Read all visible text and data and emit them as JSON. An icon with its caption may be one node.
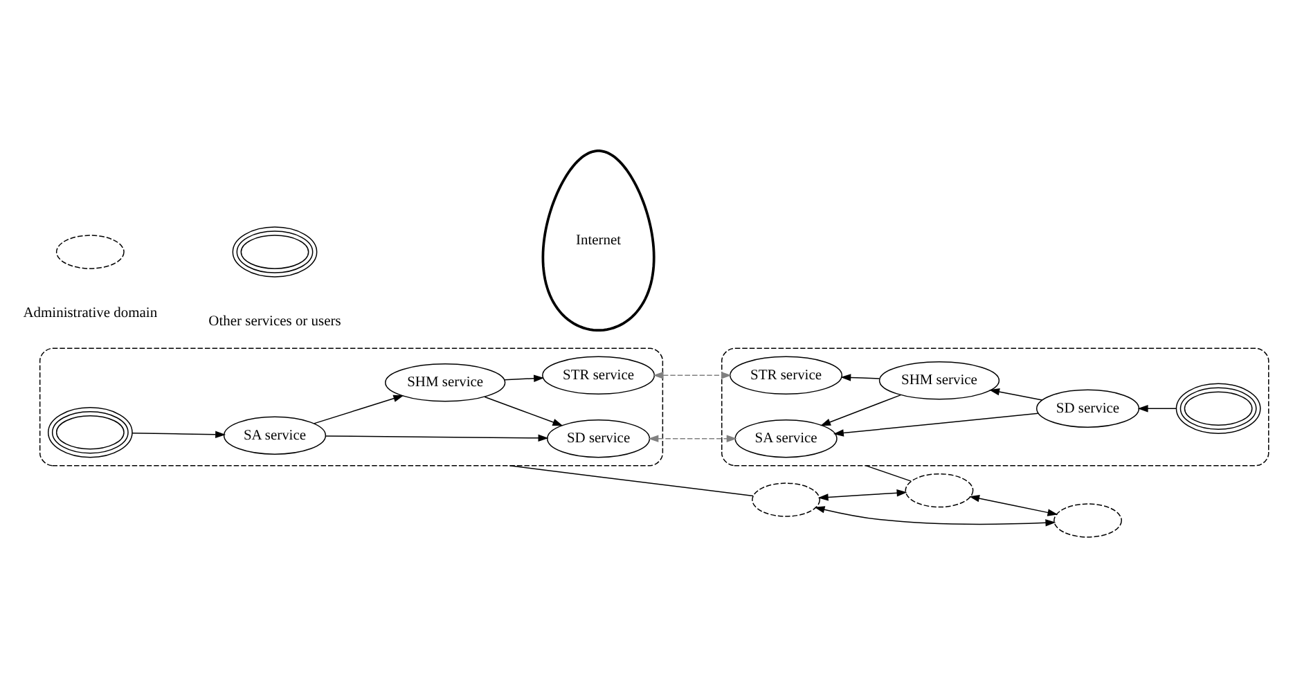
{
  "diagram": {
    "nodes": [
      {
        "text": [],
        "shape": "ellipse"
      },
      {
        "text": [
          "SA service"
        ],
        "in": 0
      },
      {
        "text": [
          "SD service"
        ],
        "in": 0
      },
      {
        "text": [
          "SHM service"
        ],
        "in": 0
      },
      {
        "text": [
          "STR service"
        ],
        "in": 0
      },
      {
        "text": [],
        "shape": "ellipse",
        "in": 0
      },
      {
        "text": [
          "Internet"
        ]
      },
      {
        "text": [],
        "shape": "ellipse"
      },
      {
        "text": [
          "SA service"
        ],
        "in": 7
      },
      {
        "text": [
          "SHM service"
        ],
        "in": 7
      },
      {
        "text": [
          "SD service"
        ],
        "in": 7
      },
      {
        "text": [
          "STR service"
        ],
        "in": 7
      },
      {
        "text": [],
        "shape": "ellipse",
        "in": 7
      },
      {
        "text": [],
        "shape": "ellipse"
      },
      {
        "text": [],
        "shape": "ellipse"
      },
      {
        "text": [],
        "shape": "ellipse"
      },
      {
        "text": [],
        "shape": "ellipse"
      },
      {
        "text": [],
        "shape": "ellipse"
      }
    ],
    "edges": [
      {
        "from": 5,
        "to": 1,
        "arrow": "to"
      },
      {
        "from": 1,
        "to": 2,
        "arrow": "to"
      },
      {
        "from": 1,
        "to": 3,
        "arrow": "to"
      },
      {
        "from": 3,
        "to": 2,
        "arrow": "to"
      },
      {
        "from": 3,
        "to": 4,
        "arrow": "to"
      },
      {
        "from": 2,
        "to": 8,
        "arrow": "both",
        "style": "dashed",
        "color": "#808080"
      },
      {
        "from": 4,
        "to": 11,
        "arrow": "both",
        "style": "dashed",
        "color": "#808080"
      },
      {
        "from": 10,
        "to": 8,
        "arrow": "to"
      },
      {
        "from": 10,
        "to": 9,
        "arrow": "to"
      },
      {
        "from": 9,
        "to": 8,
        "arrow": "to"
      },
      {
        "from": 9,
        "to": 11,
        "arrow": "to"
      },
      {
        "from": 12,
        "to": 10,
        "arrow": "to"
      },
      {
        "from": 0,
        "to": 13,
        "arrow": "none"
      },
      {
        "from": 7,
        "to": 14,
        "arrow": "none"
      },
      {
        "from": 13,
        "to": 14,
        "arrow": "both"
      },
      {
        "from": 13,
        "to": 15,
        "arrow": "both"
      },
      {
        "from": 14,
        "to": 15,
        "arrow": "both"
      }
    ],
    "legend": [
      {
        "text": "Administrative domain"
      },
      {
        "text": "Other services or users"
      }
    ]
  }
}
